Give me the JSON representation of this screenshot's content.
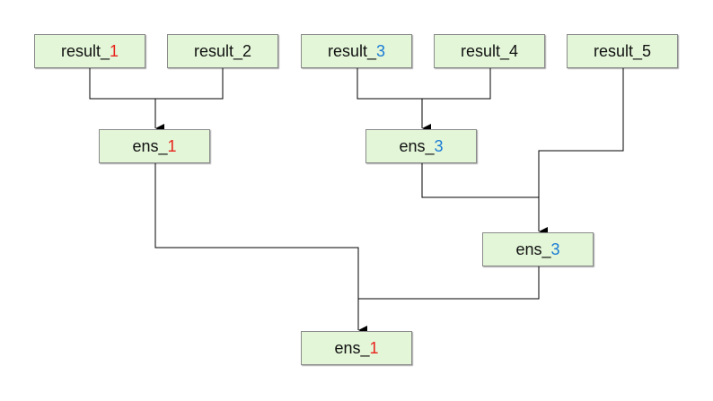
{
  "nodes": {
    "result1": {
      "prefix": "result_",
      "index": "1",
      "index_color": "red"
    },
    "result2": {
      "prefix": "result_",
      "index": "2",
      "index_color": "black"
    },
    "result3": {
      "prefix": "result_",
      "index": "3",
      "index_color": "blue"
    },
    "result4": {
      "prefix": "result_",
      "index": "4",
      "index_color": "black"
    },
    "result5": {
      "prefix": "result_",
      "index": "5",
      "index_color": "black"
    },
    "ens1a": {
      "prefix": "ens_",
      "index": "1",
      "index_color": "red"
    },
    "ens3a": {
      "prefix": "ens_",
      "index": "3",
      "index_color": "blue"
    },
    "ens3b": {
      "prefix": "ens_",
      "index": "3",
      "index_color": "blue"
    },
    "ens1b": {
      "prefix": "ens_",
      "index": "1",
      "index_color": "red"
    }
  },
  "edges": [
    {
      "from": [
        "result1",
        "result2"
      ],
      "to": "ens1a"
    },
    {
      "from": [
        "result3",
        "result4"
      ],
      "to": "ens3a"
    },
    {
      "from": [
        "ens3a",
        "result5"
      ],
      "to": "ens3b"
    },
    {
      "from": [
        "ens1a",
        "ens3b"
      ],
      "to": "ens1b"
    }
  ],
  "colors": {
    "node_fill": "#e3f6d8",
    "node_border": "#8a8a8a",
    "red_index": "#e8231b",
    "blue_index": "#1a7bd6",
    "edge": "#000000"
  }
}
